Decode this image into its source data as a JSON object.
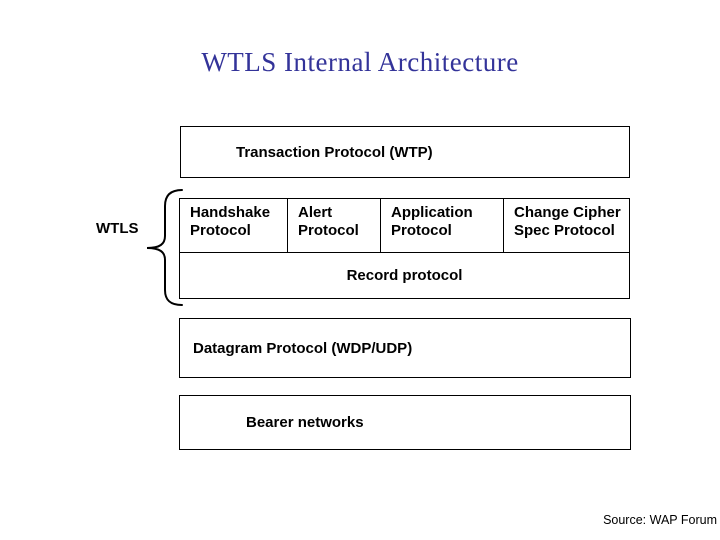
{
  "slide": {
    "title": "WTLS Internal Architecture",
    "source": "Source: WAP Forum"
  },
  "diagram": {
    "transaction_box": {
      "label": "Transaction Protocol (WTP)"
    },
    "wtls_group": {
      "label": "WTLS",
      "cells": [
        {
          "label": "Handshake\nProtocol"
        },
        {
          "label": "Alert\nProtocol"
        },
        {
          "label": "Application\nProtocol"
        },
        {
          "label": "Change Cipher\nSpec Protocol"
        }
      ],
      "record_box": {
        "label": "Record protocol"
      }
    },
    "datagram_box": {
      "label": "Datagram Protocol (WDP/UDP)"
    },
    "bearer_box": {
      "label": "Bearer networks"
    }
  },
  "icons": [
    {
      "name": "curly-brace-left",
      "meaning": "groups WTLS protocol layers"
    }
  ],
  "colors": {
    "title": "#333399",
    "border": "#000000",
    "text": "#000000",
    "background": "#ffffff"
  }
}
